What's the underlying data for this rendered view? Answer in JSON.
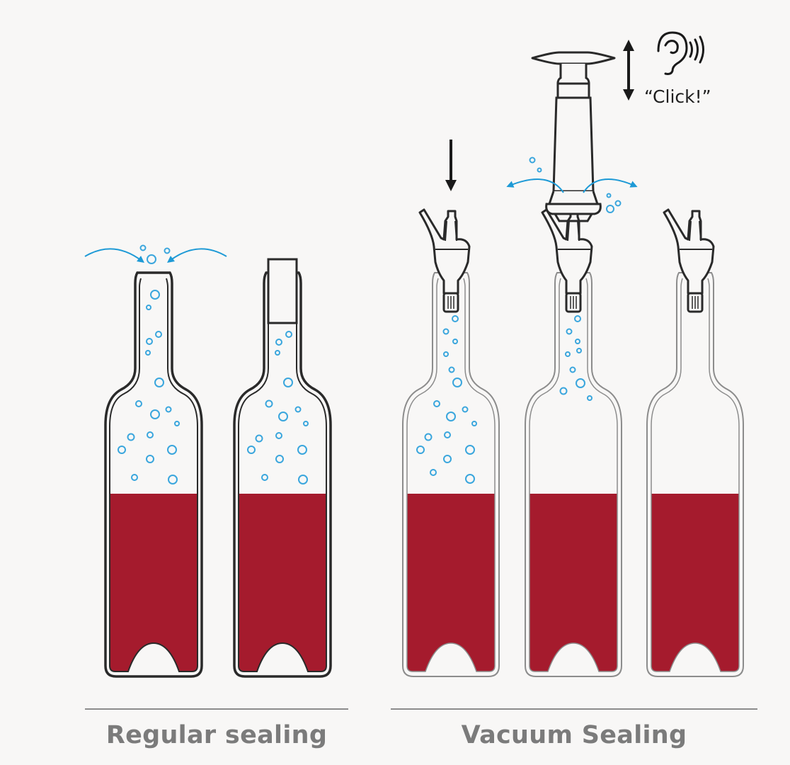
{
  "labels": {
    "regular": "Regular sealing",
    "vacuum": "Vacuum Sealing",
    "click": "“Click!”"
  },
  "colors": {
    "wine": "#a51b2d",
    "bubble": "#3aa6dd",
    "arrow_blue": "#1e9ad6",
    "outline": "#2a2a2a",
    "outline_light": "#8c8c8c",
    "caption": "#7b7b7b",
    "background": "#f8f7f6"
  },
  "icons": {
    "down_arrow": "down-arrow-icon",
    "up_down_arrow": "up-down-arrow-icon",
    "ear": "ear-sound-icon"
  },
  "bottles": [
    {
      "name": "regular-open",
      "group": "regular",
      "closure": "open"
    },
    {
      "name": "regular-corked",
      "group": "regular",
      "closure": "cork"
    },
    {
      "name": "vacuum-stopper-inserted",
      "group": "vacuum",
      "closure": "vacuum-stopper"
    },
    {
      "name": "vacuum-pumping",
      "group": "vacuum",
      "closure": "vacuum-stopper-with-pump"
    },
    {
      "name": "vacuum-sealed",
      "group": "vacuum",
      "closure": "vacuum-stopper"
    }
  ]
}
